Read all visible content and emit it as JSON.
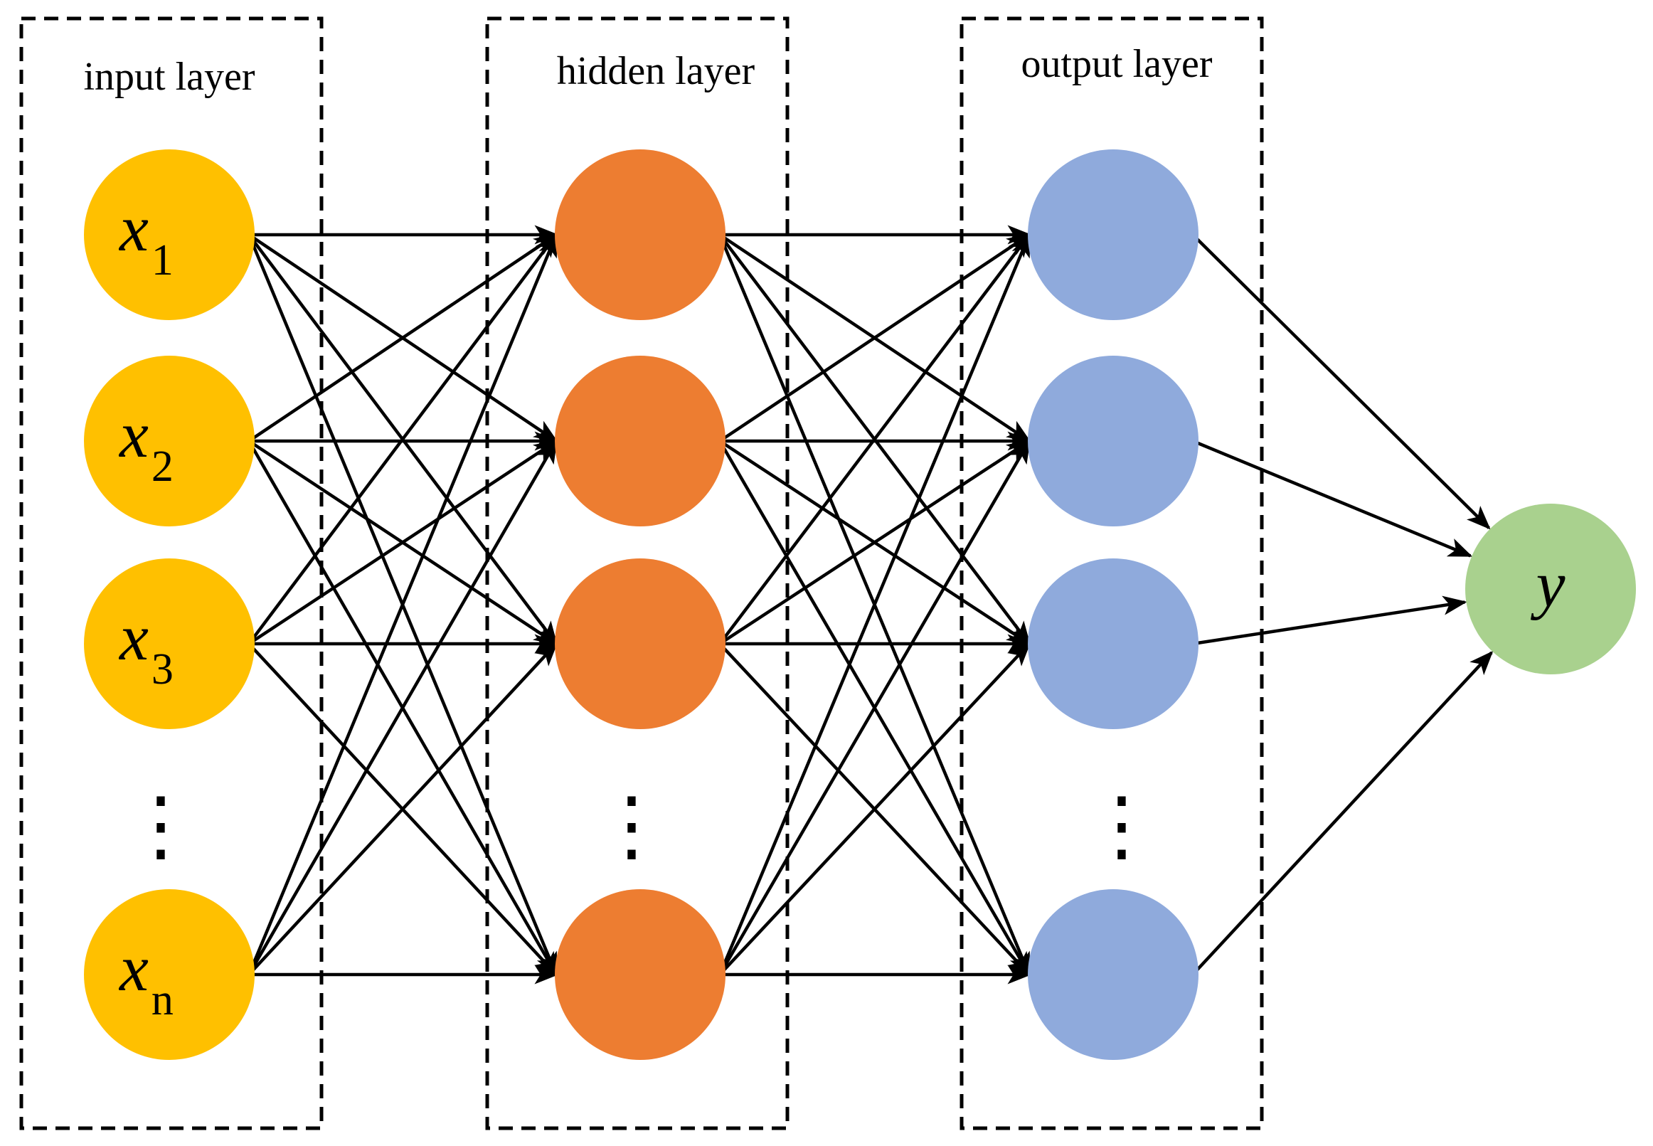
{
  "layers": [
    {
      "title": "input layer",
      "color": "#FFC000",
      "labels": [
        "x",
        "x",
        "x",
        "x"
      ],
      "subscripts": [
        "1",
        "2",
        "3",
        "n"
      ]
    },
    {
      "title": "hidden layer",
      "color": "#ED7D31",
      "labels": [
        "",
        "",
        "",
        ""
      ],
      "subscripts": [
        "",
        "",
        "",
        ""
      ]
    },
    {
      "title": "output layer",
      "color": "#8FAADC",
      "labels": [
        "",
        "",
        "",
        ""
      ],
      "subscripts": [
        "",
        "",
        "",
        ""
      ]
    }
  ],
  "output_node": {
    "label": "y",
    "color": "#A9D18E"
  },
  "ellipsis": "⋮"
}
